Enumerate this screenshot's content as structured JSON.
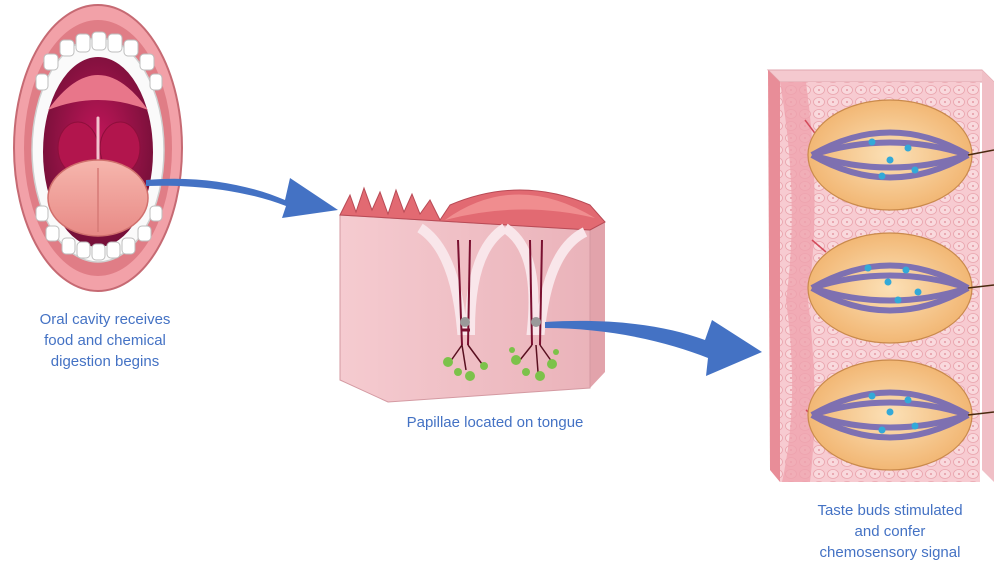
{
  "captions": {
    "oral_cavity": [
      "Oral cavity receives",
      "food and chemical",
      "digestion begins"
    ],
    "papillae": [
      "Papillae located on tongue"
    ],
    "taste_buds": [
      "Taste buds stimulated",
      "and confer",
      "chemosensory signal"
    ]
  },
  "colors": {
    "caption_text": "#4472C4",
    "arrow": "#4472C4",
    "lips": "#f2a1a8",
    "throat": "#9c1f4e",
    "tongue": "#f0a5a0",
    "tissue": "#f4c4c8",
    "bud_orange": "#f5c48a",
    "bud_purple": "#7b72c0"
  }
}
